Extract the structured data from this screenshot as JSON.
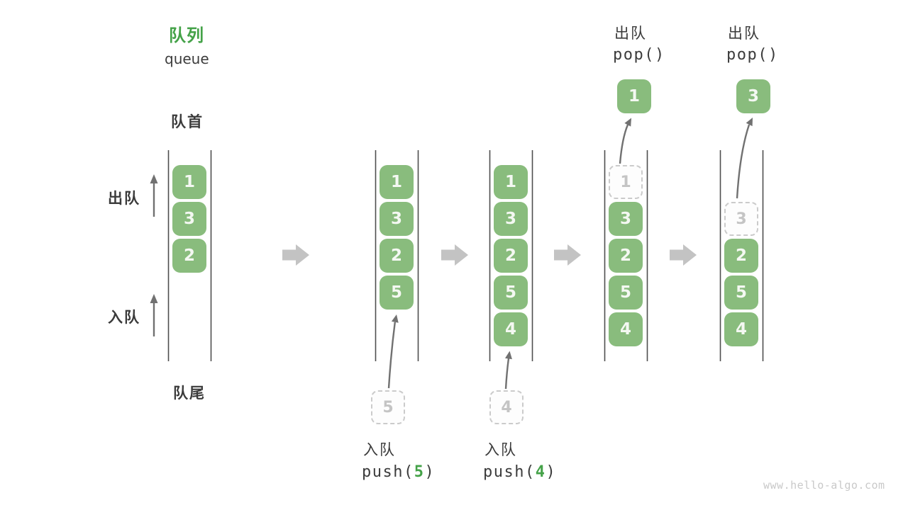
{
  "header": {
    "title_zh": "队列",
    "title_en": "queue"
  },
  "side_labels": {
    "front": "队首",
    "rear": "队尾",
    "dequeue": "出队",
    "enqueue": "入队"
  },
  "states": {
    "s1": {
      "slots": [
        "1",
        "3",
        "2"
      ]
    },
    "s2": {
      "slots": [
        "1",
        "3",
        "2",
        "5"
      ]
    },
    "s3": {
      "slots": [
        "1",
        "3",
        "2",
        "5",
        "4"
      ]
    },
    "s4": {
      "removed": "1",
      "slots": [
        "3",
        "2",
        "5",
        "4"
      ]
    },
    "s5": {
      "removed": "3",
      "slots": [
        "2",
        "5",
        "4"
      ]
    }
  },
  "operations": {
    "push5": {
      "label": "入队",
      "code_pre": "push(",
      "arg": "5",
      "code_post": ")",
      "pending": "5"
    },
    "push4": {
      "label": "入队",
      "code_pre": "push(",
      "arg": "4",
      "code_post": ")",
      "pending": "4"
    },
    "pop1": {
      "label": "出队",
      "code": "pop()",
      "popped": "1"
    },
    "pop2": {
      "label": "出队",
      "code": "pop()",
      "popped": "3"
    }
  },
  "watermark": "www.hello-algo.com",
  "colors": {
    "box_green": "#89bc7d",
    "accent_green": "#44a248",
    "text_dark": "#3c3c3c",
    "block_arrow_gray": "#c3c3c3",
    "wall_line_gray": "#4e4e4e",
    "dashed_border_gray": "#cbcbcb",
    "muted_number_gray": "#c4c4c4"
  }
}
